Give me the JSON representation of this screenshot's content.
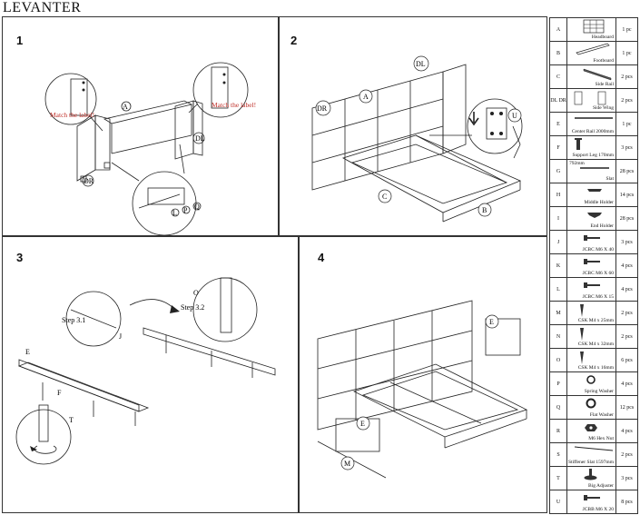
{
  "brand": "LEVANTER",
  "panels": [
    {
      "number": "1",
      "labels": {
        "a": "A",
        "dl": "DL",
        "dr": "DR",
        "l": "L",
        "p": "P",
        "q": "Q"
      },
      "notes": [
        "Match the label!",
        "Match the label!"
      ]
    },
    {
      "number": "2",
      "labels": {
        "a": "A",
        "dl": "DL",
        "dr": "DR",
        "b": "B",
        "c": "C",
        "u": "U"
      }
    },
    {
      "number": "3",
      "labels": {
        "e": "E",
        "f": "F",
        "j": "J",
        "t": "T",
        "o": "O"
      },
      "steps": [
        "Step 3.1",
        "Step 3.2"
      ]
    },
    {
      "number": "4",
      "labels": {
        "e1": "E",
        "e2": "E",
        "m": "M"
      }
    }
  ],
  "parts": [
    {
      "letter": "A",
      "name": "Headboard",
      "qty": "1 pc",
      "icon": "headboard-icon"
    },
    {
      "letter": "B",
      "name": "Footboard",
      "qty": "1 pc",
      "icon": "footboard-icon"
    },
    {
      "letter": "C",
      "name": "Side Rail",
      "qty": "2 pcs",
      "icon": "side-rail-icon"
    },
    {
      "letter": "DL DR",
      "name": "Side Wing",
      "qty": "2 pcs",
      "icon": "side-wing-icon"
    },
    {
      "letter": "E",
      "name": "Center Rail 2000mm",
      "qty": "1 pc",
      "icon": "center-rail-icon"
    },
    {
      "letter": "F",
      "name": "Support Leg 170mm",
      "qty": "3 pcs",
      "icon": "support-leg-icon"
    },
    {
      "letter": "G",
      "name": "Slat",
      "size": "792mm",
      "qty": "28 pcs",
      "icon": "slat-icon"
    },
    {
      "letter": "H",
      "name": "Middle Holder",
      "qty": "14 pcs",
      "icon": "middle-holder-icon"
    },
    {
      "letter": "I",
      "name": "End Holder",
      "qty": "28 pcs",
      "icon": "end-holder-icon"
    },
    {
      "letter": "J",
      "name": "JCBC M6 X 40",
      "qty": "3 pcs",
      "icon": "bolt-icon"
    },
    {
      "letter": "K",
      "name": "JCBC M6 X 60",
      "qty": "4 pcs",
      "icon": "bolt-icon"
    },
    {
      "letter": "L",
      "name": "JCBC M6 X 15",
      "qty": "4 pcs",
      "icon": "bolt-icon"
    },
    {
      "letter": "M",
      "name": "CSK M4 x 25mm",
      "qty": "2 pcs",
      "icon": "screw-icon"
    },
    {
      "letter": "N",
      "name": "CSK M4 x 32mm",
      "qty": "2 pcs",
      "icon": "screw-icon"
    },
    {
      "letter": "O",
      "name": "CSK M4 x 16mm",
      "qty": "6 pcs",
      "icon": "screw-icon"
    },
    {
      "letter": "P",
      "name": "Spring Washer",
      "qty": "4 pcs",
      "icon": "spring-washer-icon"
    },
    {
      "letter": "Q",
      "name": "Flat Washer",
      "qty": "12 pcs",
      "icon": "flat-washer-icon"
    },
    {
      "letter": "R",
      "name": "M6 Hex Nut",
      "qty": "4 pcs",
      "icon": "hex-nut-icon"
    },
    {
      "letter": "S",
      "name": "Stiffener Slat 1597mm",
      "qty": "2 pcs",
      "icon": "stiffener-slat-icon"
    },
    {
      "letter": "T",
      "name": "Big Adjuster",
      "qty": "3 pcs",
      "icon": "adjuster-icon"
    },
    {
      "letter": "U",
      "name": "JCBB M6 X 20",
      "qty": "8 pcs",
      "icon": "bolt-icon"
    }
  ]
}
